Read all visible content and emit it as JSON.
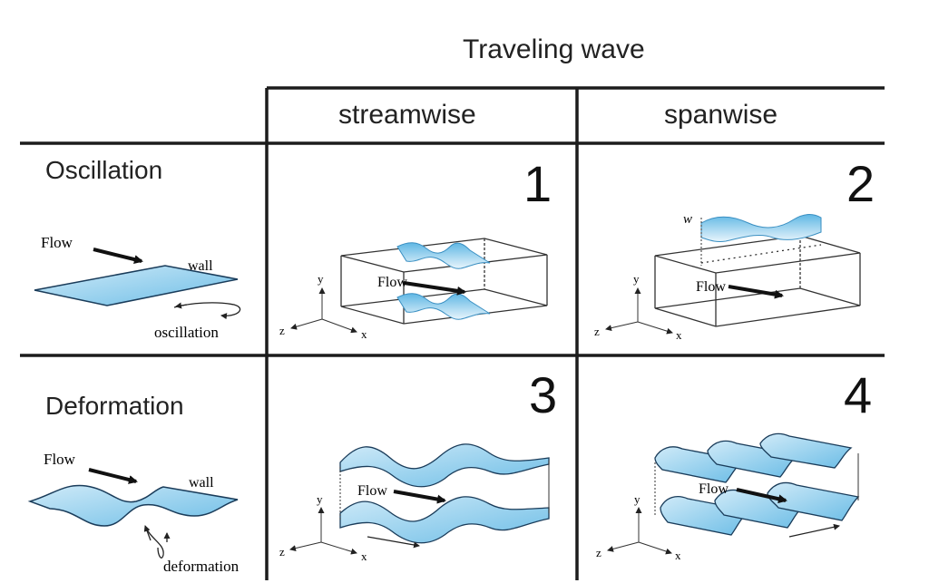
{
  "header": {
    "title": "Traveling wave",
    "col_streamwise": "streamwise",
    "col_spanwise": "spanwise"
  },
  "rows": {
    "oscillation": "Oscillation",
    "deformation": "Deformation"
  },
  "cells": {
    "c1": "1",
    "c2": "2",
    "c3": "3",
    "c4": "4"
  },
  "labels": {
    "flow": "Flow",
    "wall": "wall",
    "oscillation": "oscillation",
    "deformation": "deformation",
    "axis_x": "x",
    "axis_y": "y",
    "axis_z": "z",
    "w": "w"
  },
  "colors": {
    "wall_fill": "#8ecbea",
    "wall_stroke": "#1a3c5a",
    "grid": "#222222"
  }
}
